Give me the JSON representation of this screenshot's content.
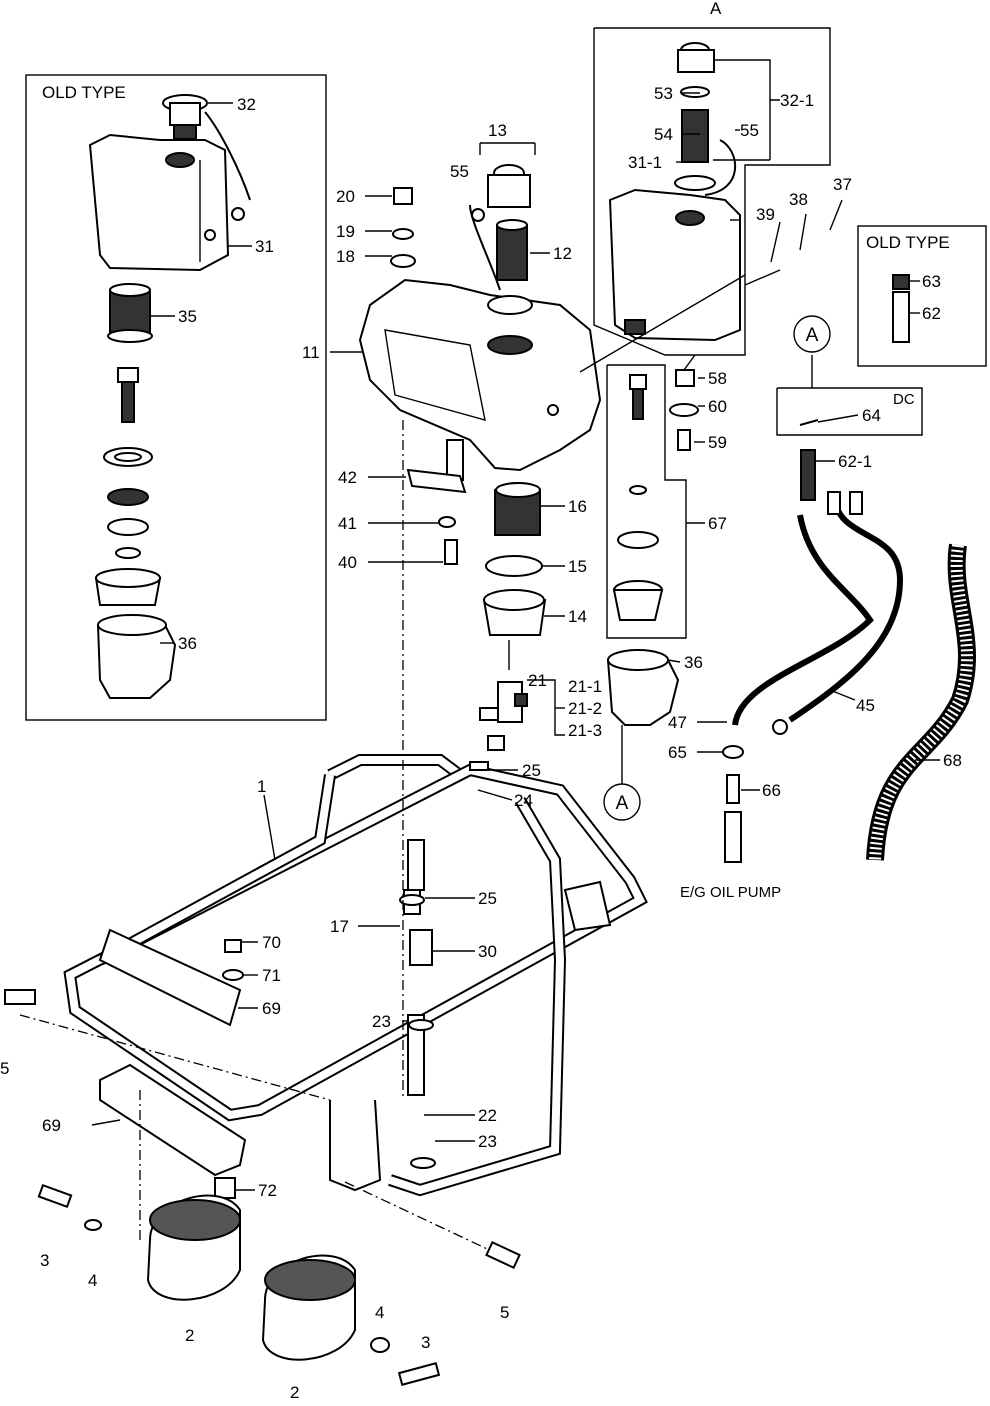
{
  "boxes": {
    "old_type_left": "OLD TYPE",
    "old_type_right": "OLD TYPE",
    "dc_label": "DC",
    "detail_a_top": "A"
  },
  "circles": {
    "a_right": "A",
    "a_bottom": "A"
  },
  "notes": {
    "oil_pump": "E/G OIL PUMP"
  },
  "labels": {
    "l1": "1",
    "l2a": "2",
    "l2b": "2",
    "l3a": "3",
    "l3b": "3",
    "l4a": "4",
    "l4b": "4",
    "l5a": "5",
    "l5b": "5",
    "l11": "11",
    "l12": "12",
    "l13": "13",
    "l14": "14",
    "l15": "15",
    "l16": "16",
    "l17": "17",
    "l18": "18",
    "l19": "19",
    "l20": "20",
    "l21": "21",
    "l21_1": "21-1",
    "l21_2": "21-2",
    "l21_3": "21-3",
    "l22": "22",
    "l23a": "23",
    "l23b": "23",
    "l24": "24",
    "l25a": "25",
    "l25b": "25",
    "l30": "30",
    "l31": "31",
    "l31_1": "31-1",
    "l32": "32",
    "l32_1": "32-1",
    "l35": "35",
    "l36a": "36",
    "l36b": "36",
    "l37": "37",
    "l38": "38",
    "l39": "39",
    "l40": "40",
    "l41": "41",
    "l42": "42",
    "l45": "45",
    "l47": "47",
    "l53": "53",
    "l54": "54",
    "l55a": "55",
    "l55b": "55",
    "l58": "58",
    "l59": "59",
    "l60": "60",
    "l62": "62",
    "l62_1": "62-1",
    "l63": "63",
    "l64": "64",
    "l65": "65",
    "l66": "66",
    "l67": "67",
    "l68": "68",
    "l69a": "69",
    "l69b": "69",
    "l70": "70",
    "l71": "71",
    "l72": "72"
  }
}
